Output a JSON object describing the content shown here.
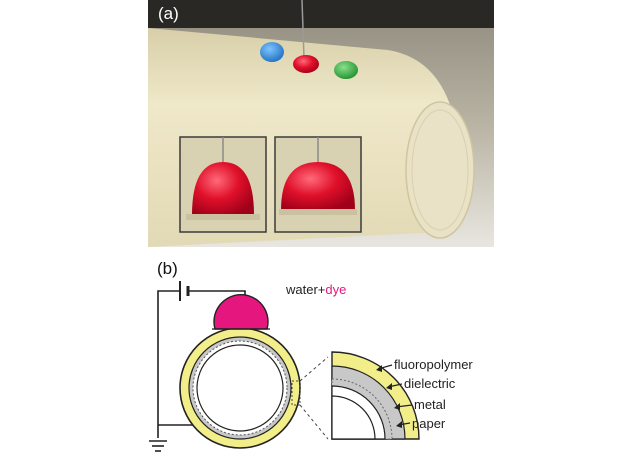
{
  "figure": {
    "panel_a": {
      "label": "(a)"
    },
    "panel_b": {
      "label": "(b)",
      "droplet_label_prefix": "water+",
      "droplet_label_highlight": "dye",
      "layers": [
        {
          "label": "fluoropolymer"
        },
        {
          "label": "dielectric"
        },
        {
          "label": "metal"
        },
        {
          "label": "paper"
        }
      ]
    }
  },
  "colors": {
    "droplet_red": "#e0102a",
    "droplet_blue": "#1f7fd0",
    "droplet_green": "#2fa52f",
    "dye_magenta": "#e5177f",
    "fluoropolymer_yellow": "#f2ee8a",
    "dielectric_gray": "#c8c8c8",
    "paper_tube": "#e7dfbd"
  }
}
